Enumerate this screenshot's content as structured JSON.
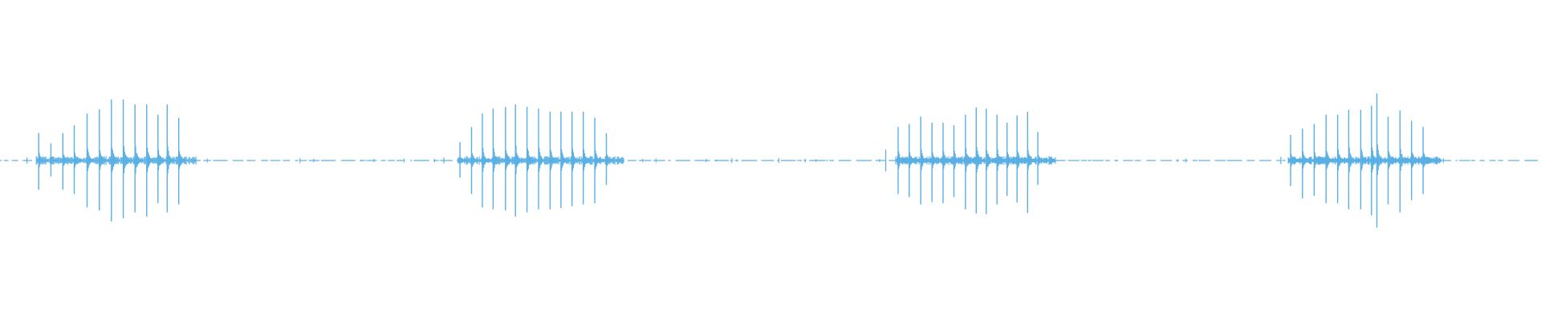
{
  "waveform": {
    "color": "#5aafe3",
    "background": "#ffffff",
    "duration": 1.0,
    "amplitude_range": [
      -1,
      1
    ],
    "bursts": [
      {
        "onset_precursors": [
          {
            "t": 0.0175,
            "amp": 0.05
          }
        ],
        "clicks": [
          {
            "t": 0.0251,
            "up": 0.45,
            "down": 0.48
          },
          {
            "t": 0.033,
            "up": 0.28,
            "down": 0.26
          },
          {
            "t": 0.0408,
            "up": 0.45,
            "down": 0.48
          },
          {
            "t": 0.0482,
            "up": 0.58,
            "down": 0.55
          },
          {
            "t": 0.0565,
            "up": 0.77,
            "down": 0.77
          },
          {
            "t": 0.0645,
            "up": 0.84,
            "down": 0.82
          },
          {
            "t": 0.0723,
            "up": 1.0,
            "down": 1.0
          },
          {
            "t": 0.08,
            "up": 1.0,
            "down": 0.95
          },
          {
            "t": 0.0876,
            "up": 0.92,
            "down": 0.85
          },
          {
            "t": 0.0952,
            "up": 0.92,
            "down": 0.92
          },
          {
            "t": 0.1025,
            "up": 0.75,
            "down": 0.7
          },
          {
            "t": 0.1085,
            "up": 0.92,
            "down": 0.85
          },
          {
            "t": 0.116,
            "up": 0.7,
            "down": 0.72
          }
        ]
      },
      {
        "onset_precursors": [
          {
            "t": 0.288,
            "amp": 0.05
          }
        ],
        "clicks": [
          {
            "t": 0.2985,
            "up": 0.3,
            "down": 0.28
          },
          {
            "t": 0.306,
            "up": 0.55,
            "down": 0.55
          },
          {
            "t": 0.313,
            "up": 0.77,
            "down": 0.77
          },
          {
            "t": 0.32,
            "up": 0.85,
            "down": 0.8
          },
          {
            "t": 0.328,
            "up": 0.88,
            "down": 0.82
          },
          {
            "t": 0.3345,
            "up": 0.92,
            "down": 0.92
          },
          {
            "t": 0.342,
            "up": 0.88,
            "down": 0.85
          },
          {
            "t": 0.3495,
            "up": 0.85,
            "down": 0.8
          },
          {
            "t": 0.357,
            "up": 0.8,
            "down": 0.8
          },
          {
            "t": 0.364,
            "up": 0.8,
            "down": 0.78
          },
          {
            "t": 0.3712,
            "up": 0.8,
            "down": 0.75
          },
          {
            "t": 0.3785,
            "up": 0.8,
            "down": 0.72
          },
          {
            "t": 0.386,
            "up": 0.7,
            "down": 0.7
          },
          {
            "t": 0.3935,
            "up": 0.45,
            "down": 0.4
          }
        ]
      },
      {
        "onset_precursors": [
          {
            "t": 0.5748,
            "amp": 0.18
          }
        ],
        "clicks": [
          {
            "t": 0.5828,
            "up": 0.55,
            "down": 0.55
          },
          {
            "t": 0.59,
            "up": 0.6,
            "down": 0.6
          },
          {
            "t": 0.5975,
            "up": 0.72,
            "down": 0.72
          },
          {
            "t": 0.6048,
            "up": 0.62,
            "down": 0.68
          },
          {
            "t": 0.612,
            "up": 0.62,
            "down": 0.7
          },
          {
            "t": 0.619,
            "up": 0.58,
            "down": 0.6
          },
          {
            "t": 0.6265,
            "up": 0.75,
            "down": 0.8
          },
          {
            "t": 0.6335,
            "up": 0.87,
            "down": 0.87
          },
          {
            "t": 0.64,
            "up": 0.85,
            "down": 0.88
          },
          {
            "t": 0.647,
            "up": 0.75,
            "down": 0.72
          },
          {
            "t": 0.6535,
            "up": 0.62,
            "down": 0.58
          },
          {
            "t": 0.66,
            "up": 0.74,
            "down": 0.69
          },
          {
            "t": 0.6668,
            "up": 0.8,
            "down": 0.86
          },
          {
            "t": 0.6735,
            "up": 0.47,
            "down": 0.4
          }
        ]
      },
      {
        "onset_precursors": [
          {
            "t": 0.8312,
            "amp": 0.06
          }
        ],
        "clicks": [
          {
            "t": 0.8375,
            "up": 0.42,
            "down": 0.42
          },
          {
            "t": 0.8452,
            "up": 0.52,
            "down": 0.62
          },
          {
            "t": 0.8528,
            "up": 0.6,
            "down": 0.58
          },
          {
            "t": 0.8605,
            "up": 0.75,
            "down": 0.7
          },
          {
            "t": 0.868,
            "up": 0.75,
            "down": 0.7
          },
          {
            "t": 0.8752,
            "up": 0.83,
            "down": 0.8
          },
          {
            "t": 0.883,
            "up": 0.83,
            "down": 0.8
          },
          {
            "t": 0.89,
            "up": 0.9,
            "down": 0.9
          },
          {
            "t": 0.8935,
            "up": 1.1,
            "down": 1.1
          },
          {
            "t": 0.9008,
            "up": 0.72,
            "down": 0.72
          },
          {
            "t": 0.9085,
            "up": 0.82,
            "down": 0.85
          },
          {
            "t": 0.916,
            "up": 0.65,
            "down": 0.65
          },
          {
            "t": 0.9235,
            "up": 0.55,
            "down": 0.55
          }
        ]
      }
    ]
  }
}
